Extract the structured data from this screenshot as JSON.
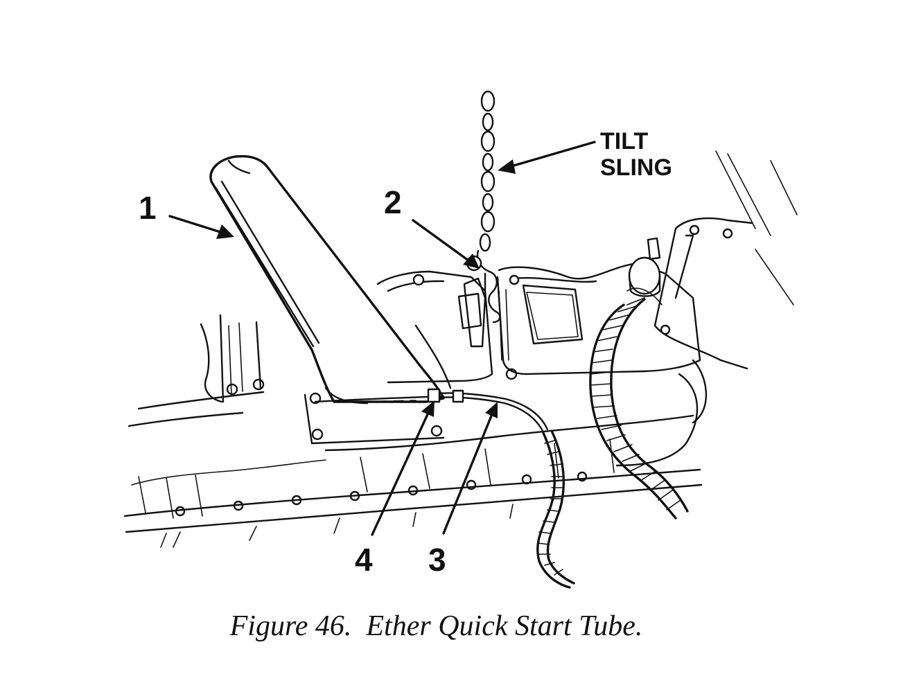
{
  "figure": {
    "caption": "Figure 46.  Ether Quick Start Tube.",
    "callouts": {
      "c1": "1",
      "c2": "2",
      "c3": "3",
      "c4": "4",
      "tilt_sling_line1": "TILT",
      "tilt_sling_line2": "SLING"
    }
  },
  "colors": {
    "ink": "#111111",
    "background": "#ffffff"
  }
}
